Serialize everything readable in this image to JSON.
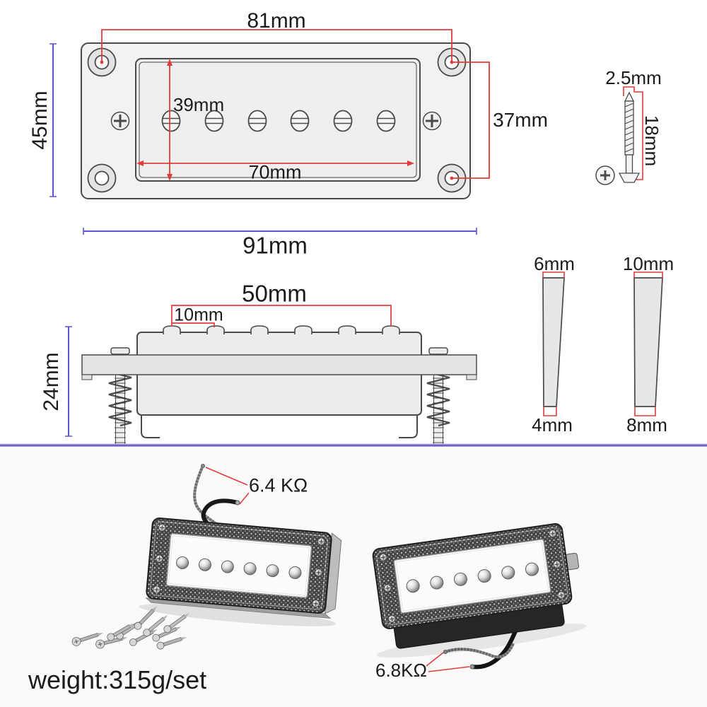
{
  "colors": {
    "dimension_red": "#e23b3c",
    "dimension_blue": "#5b55d6",
    "divider_purple": "#6c5fc7",
    "drawing_line": "#4a4a4a"
  },
  "front_view": {
    "hole_span_width": "81mm",
    "overall_height": "45mm",
    "opening_height": "39mm",
    "opening_width": "70mm",
    "hole_span_height": "37mm"
  },
  "mount_screw": {
    "diameter": "2.5mm",
    "length": "18mm"
  },
  "side_view": {
    "overall_width": "91mm",
    "pole_span": "50mm",
    "pole_spacing": "10mm",
    "overall_height": "24mm"
  },
  "spacers": {
    "left": {
      "top": "6mm",
      "bottom": "4mm"
    },
    "right": {
      "top": "10mm",
      "bottom": "8mm"
    }
  },
  "products": {
    "left_resistance": "6.4 KΩ",
    "right_resistance": "6.8KΩ",
    "weight": "weight:315g/set"
  }
}
